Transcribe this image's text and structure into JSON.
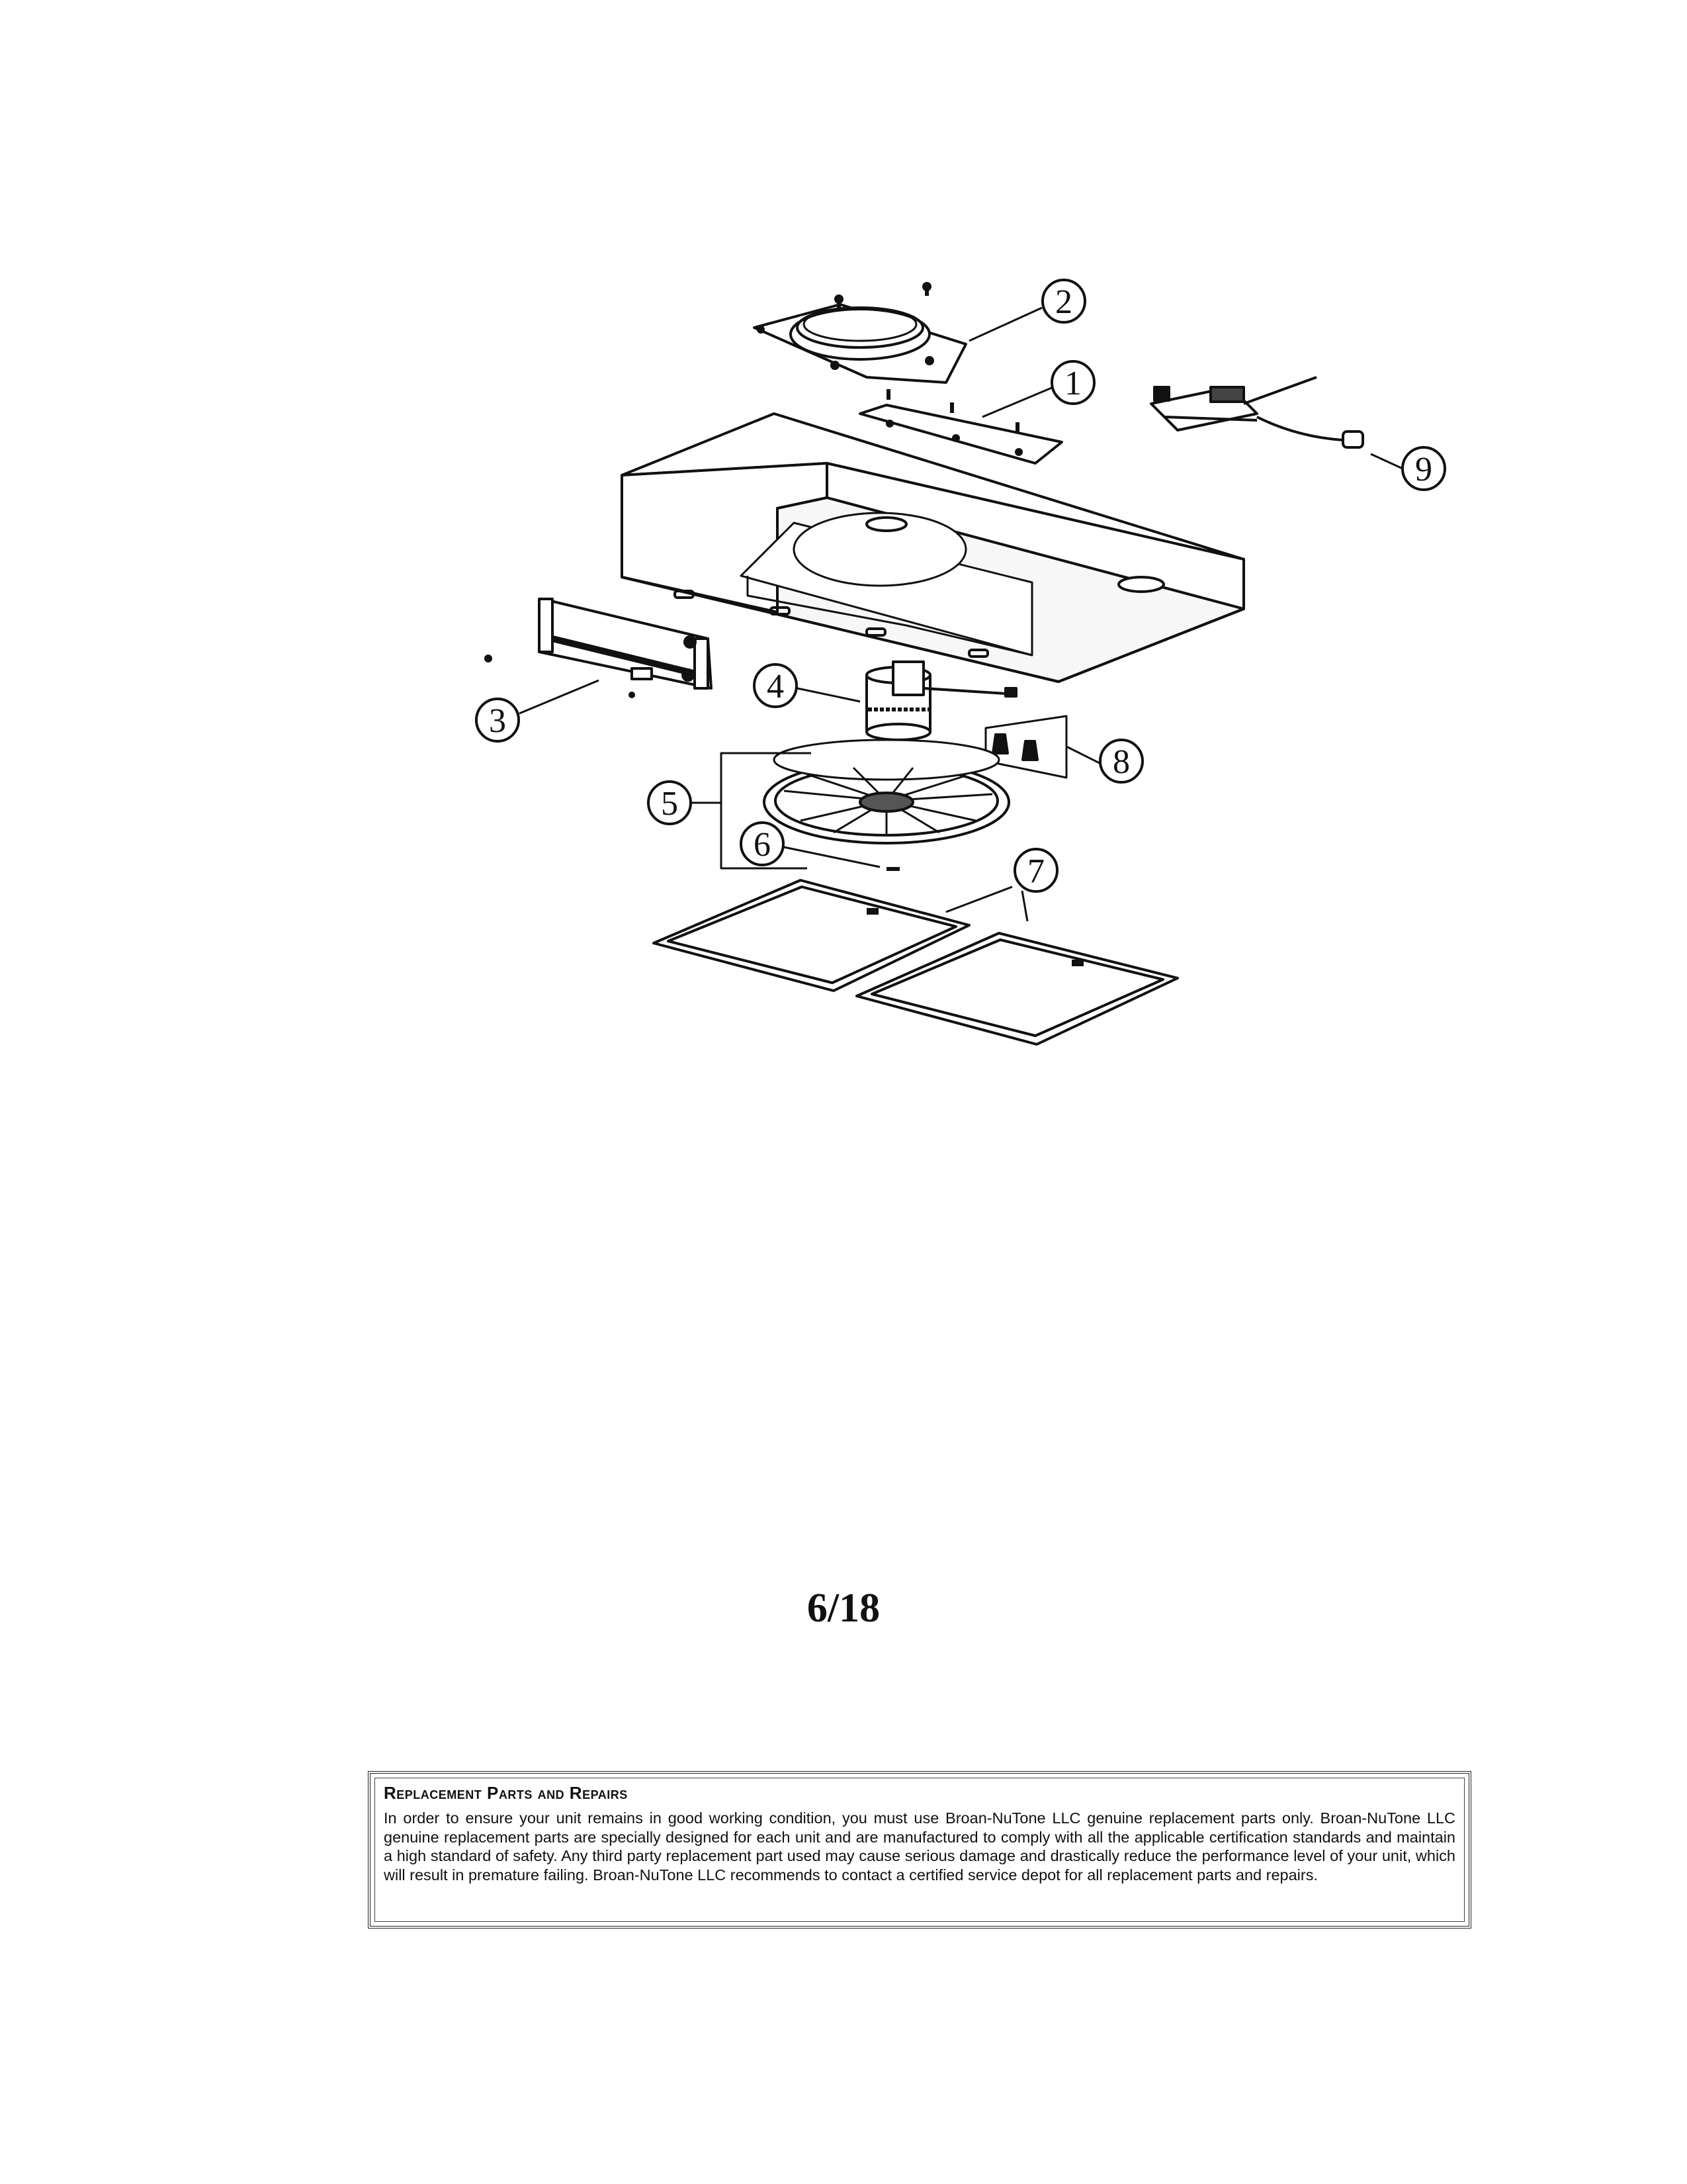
{
  "callouts": [
    {
      "id": "callout-1",
      "label": "1"
    },
    {
      "id": "callout-2",
      "label": "2"
    },
    {
      "id": "callout-3",
      "label": "3"
    },
    {
      "id": "callout-4",
      "label": "4"
    },
    {
      "id": "callout-5",
      "label": "5"
    },
    {
      "id": "callout-6",
      "label": "6"
    },
    {
      "id": "callout-7",
      "label": "7"
    },
    {
      "id": "callout-8",
      "label": "8"
    },
    {
      "id": "callout-9",
      "label": "9"
    }
  ],
  "page_number": "6/18",
  "notice": {
    "title": "Replacement Parts and Repairs",
    "body": "In order to ensure your unit remains in good working condition, you must use Broan-NuTone LLC genuine replacement parts only. Broan-NuTone LLC genuine replacement parts are specially designed for each unit and are manufactured to comply with all the applicable certification standards and maintain a high standard of safety. Any third party replacement part used may cause serious damage and drastically reduce the performance level of your unit, which will result in premature failing. Broan-NuTone LLC recommends to contact a certified service depot for all replacement parts and repairs."
  }
}
